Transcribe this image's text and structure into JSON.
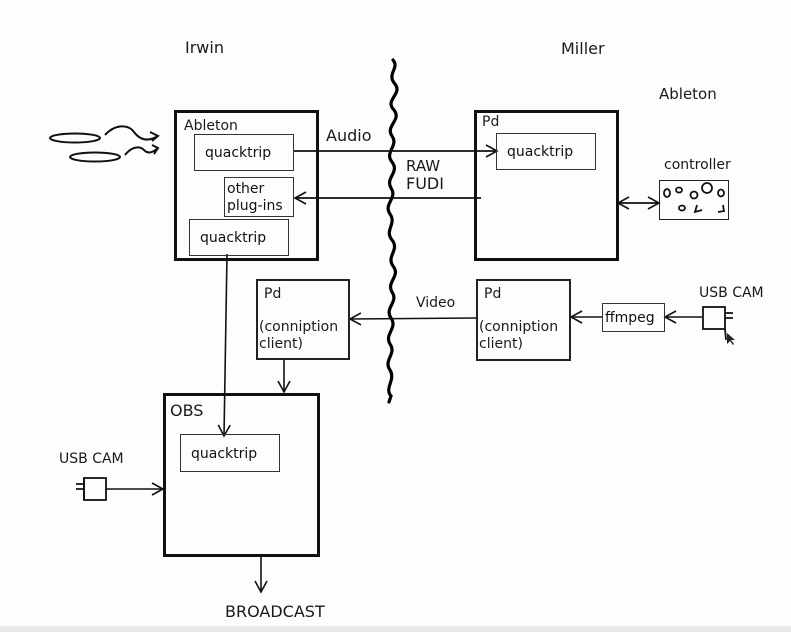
{
  "people": {
    "left": "Irwin",
    "right": "Miller"
  },
  "right_app_label": "Ableton",
  "irwin_ableton": {
    "title": "Ableton",
    "plugins": [
      "quacktrip",
      "other\nplug-ins",
      "quacktrip"
    ]
  },
  "miller_pd": {
    "title": "Pd",
    "plugin": "quacktrip"
  },
  "controller": {
    "label": "controller"
  },
  "links": {
    "audio": "Audio",
    "raw_fudi": [
      "RAW",
      "FUDI"
    ],
    "video": "Video"
  },
  "conniption_left": {
    "title": "Pd",
    "body": [
      "(conniption",
      "client)"
    ]
  },
  "conniption_right": {
    "title": "Pd",
    "body": [
      "(conniption",
      "client)"
    ]
  },
  "ffmpeg": {
    "label": "ffmpeg"
  },
  "usb_cam_right": {
    "label": "USB CAM"
  },
  "usb_cam_left": {
    "label": "USB CAM"
  },
  "obs": {
    "title": "OBS",
    "plugin": "quacktrip"
  },
  "output": {
    "label": "BROADCAST"
  }
}
